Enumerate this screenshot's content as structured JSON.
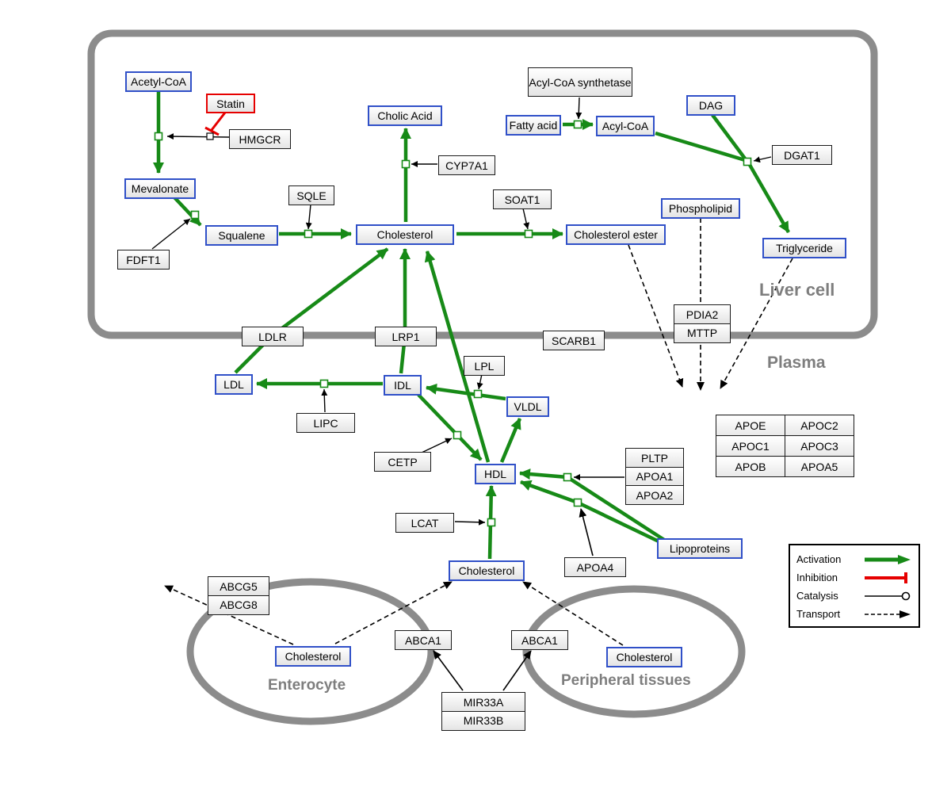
{
  "diagram": {
    "compartments": {
      "liver": "Liver cell",
      "plasma": "Plasma",
      "enterocyte": "Enterocyte",
      "peripheral": "Peripheral tissues"
    },
    "metabolites": {
      "acetyl_coa": "Acetyl-CoA",
      "mevalonate": "Mevalonate",
      "squalene": "Squalene",
      "cholic_acid": "Cholic Acid",
      "cholesterol_liver": "Cholesterol",
      "cholesterol_ester": "Cholesterol ester",
      "fatty_acid": "Fatty acid",
      "acyl_coa": "Acyl-CoA",
      "dag": "DAG",
      "phospholipid": "Phospholipid",
      "triglyceride": "Triglyceride",
      "ldl": "LDL",
      "idl": "IDL",
      "vldl": "VLDL",
      "hdl": "HDL",
      "lipoproteins": "Lipoproteins",
      "cholesterol_plasma": "Cholesterol",
      "cholesterol_enterocyte": "Cholesterol",
      "cholesterol_peripheral": "Cholesterol"
    },
    "proteins": {
      "statin": "Statin",
      "hmgcr": "HMGCR",
      "fdft1": "FDFT1",
      "sqle": "SQLE",
      "cyp7a1": "CYP7A1",
      "soat1": "SOAT1",
      "acyl_coa_synthetase": "Acyl-CoA synthetase",
      "dgat1": "DGAT1",
      "ldlr": "LDLR",
      "lrp1": "LRP1",
      "scarb1": "SCARB1",
      "pdia2": "PDIA2",
      "mttp": "MTTP",
      "lipc": "LIPC",
      "lpl": "LPL",
      "cetp": "CETP",
      "pltp": "PLTP",
      "apoa1": "APOA1",
      "apoa2": "APOA2",
      "lcat": "LCAT",
      "apoa4": "APOA4",
      "abcg5": "ABCG5",
      "abcg8": "ABCG8",
      "abca1_left": "ABCA1",
      "abca1_right": "ABCA1",
      "mir33a": "MIR33A",
      "mir33b": "MIR33B"
    },
    "apo_table": {
      "r1c1": "APOE",
      "r1c2": "APOC2",
      "r2c1": "APOC1",
      "r2c2": "APOC3",
      "r3c1": "APOB",
      "r3c2": "APOA5"
    },
    "legend": {
      "activation": "Activation",
      "inhibition": "Inhibition",
      "catalysis": "Catalysis",
      "transport": "Transport"
    },
    "colors": {
      "activation_green": "#178a17",
      "inhibition_red": "#e60000",
      "metabolite_blue": "#3050c8",
      "compartment_gray": "#8c8c8c"
    }
  }
}
